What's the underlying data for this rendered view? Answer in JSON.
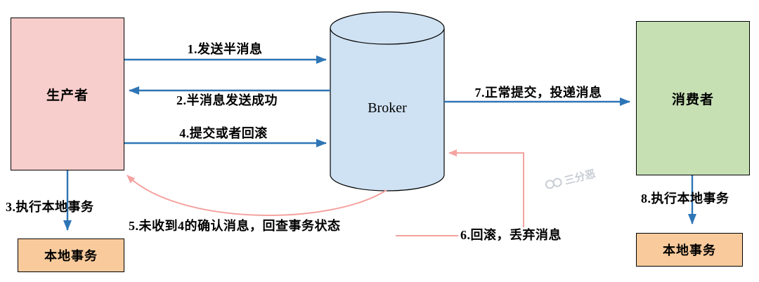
{
  "nodes": {
    "producer": {
      "label": "生产者",
      "fill": "#F8CECC"
    },
    "broker": {
      "label": "Broker",
      "fill": "#CFE2F3"
    },
    "consumer": {
      "label": "消费者",
      "fill": "#C6E0B4"
    },
    "local_tx_left": {
      "label": "本地事务",
      "fill": "#F9CB9C"
    },
    "local_tx_right": {
      "label": "本地事务",
      "fill": "#F9CB9C"
    }
  },
  "edges": {
    "e1": {
      "label": "1.发送半消息",
      "from": "producer",
      "to": "broker",
      "color": "#2E75B6"
    },
    "e2": {
      "label": "2.半消息发送成功",
      "from": "broker",
      "to": "producer",
      "color": "#2E75B6"
    },
    "e3": {
      "label": "3.执行本地事务",
      "from": "producer",
      "to": "local_tx_left",
      "color": "#2E75B6"
    },
    "e4": {
      "label": "4.提交或者回滚",
      "from": "producer",
      "to": "broker",
      "color": "#2E75B6"
    },
    "e5": {
      "label": "5.未收到4的确认消息，回查事务状态",
      "from": "broker",
      "to": "producer",
      "color": "#F4A3A0"
    },
    "e6": {
      "label": "6.回滚，丢弃消息",
      "from": "broker",
      "to": "broker",
      "color": "#F4A3A0"
    },
    "e7": {
      "label": "7.正常提交，投递消息",
      "from": "broker",
      "to": "consumer",
      "color": "#2E75B6"
    },
    "e8": {
      "label": "8.执行本地事务",
      "from": "consumer",
      "to": "local_tx_right",
      "color": "#2E75B6"
    }
  },
  "colors": {
    "arrow_blue": "#2E75B6",
    "arrow_pink": "#F4A3A0",
    "stroke": "#000000"
  },
  "watermark": {
    "text": "三分恶"
  }
}
